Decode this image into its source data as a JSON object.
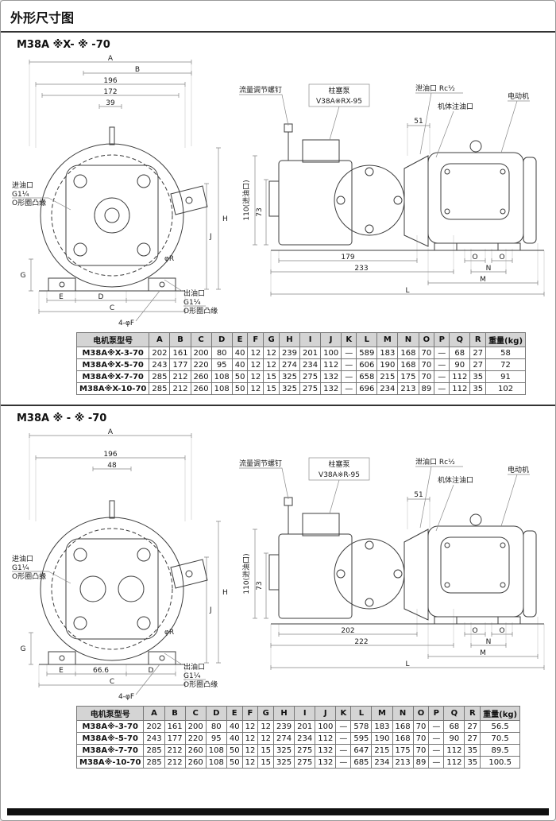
{
  "page": {
    "title": "外形尺寸图"
  },
  "sections": [
    {
      "heading": "M38A ※X- ※ -70",
      "front": {
        "top1": "A",
        "top2": "B",
        "top3": "196",
        "top4": "172",
        "top5": "39",
        "inlet1": "进油口",
        "inlet2": "G1¼",
        "inlet3": "O形圈凸缘",
        "outlet1": "出油口",
        "outlet2": "G1¼",
        "outlet3": "O形圈凸缘",
        "dim_h": "H",
        "dim_j": "J",
        "dim_g": "G",
        "bottom1": "E",
        "bottom2": "D",
        "bottom3": "",
        "dim_c": "C",
        "holes": "4-φF",
        "phi_r": "φR"
      },
      "side": {
        "flow_screw": "流量调节螺钉",
        "pump_title": "柱塞泵",
        "pump_model": "V38A※RX-95",
        "drain": "泄油口  Rc½",
        "fill": "机体注油口",
        "motor": "电动机",
        "dim_51": "51",
        "dim_v1": "110(进油口)",
        "dim_v2": "73",
        "dim_h1": "179",
        "dim_h2": "233",
        "dim_o1": "O",
        "dim_o2": "O",
        "dim_n": "N",
        "dim_m": "M",
        "dim_l": "L"
      },
      "table": {
        "headers": [
          "电机泵型号",
          "A",
          "B",
          "C",
          "D",
          "E",
          "F",
          "G",
          "H",
          "I",
          "J",
          "K",
          "L",
          "M",
          "N",
          "O",
          "P",
          "Q",
          "R",
          "重量(kg)"
        ],
        "rows": [
          [
            "M38A※X-3-70",
            "202",
            "161",
            "200",
            "80",
            "40",
            "12",
            "12",
            "239",
            "201",
            "100",
            "—",
            "589",
            "183",
            "168",
            "70",
            "—",
            "68",
            "27",
            "58"
          ],
          [
            "M38A※X-5-70",
            "243",
            "177",
            "220",
            "95",
            "40",
            "12",
            "12",
            "274",
            "234",
            "112",
            "—",
            "606",
            "190",
            "168",
            "70",
            "—",
            "90",
            "27",
            "72"
          ],
          [
            "M38A※X-7-70",
            "285",
            "212",
            "260",
            "108",
            "50",
            "12",
            "15",
            "325",
            "275",
            "132",
            "—",
            "658",
            "215",
            "175",
            "70",
            "—",
            "112",
            "35",
            "91"
          ],
          [
            "M38A※X-10-70",
            "285",
            "212",
            "260",
            "108",
            "50",
            "12",
            "15",
            "325",
            "275",
            "132",
            "—",
            "696",
            "234",
            "213",
            "89",
            "—",
            "112",
            "35",
            "102"
          ]
        ]
      }
    },
    {
      "heading": "M38A ※ - ※ -70",
      "front": {
        "top1": "A",
        "top2": "",
        "top3": "196",
        "top4": "48",
        "top5": "",
        "inlet1": "进油口",
        "inlet2": "G1¼",
        "inlet3": "O形圈凸缘",
        "outlet1": "出油口",
        "outlet2": "G1¼",
        "outlet3": "O形圈凸缘",
        "dim_h": "H",
        "dim_j": "J",
        "dim_g": "G",
        "bottom1": "E",
        "bottom2": "66.6",
        "bottom3": "D",
        "dim_c": "C",
        "holes": "4-φF",
        "phi_r": "φR"
      },
      "side": {
        "flow_screw": "流量调节螺钉",
        "pump_title": "柱塞泵",
        "pump_model": "V38A※R-95",
        "drain": "泄油口  Rc½",
        "fill": "机体注油口",
        "motor": "电动机",
        "dim_51": "51",
        "dim_v1": "110(进油口)",
        "dim_v2": "73",
        "dim_h1": "202",
        "dim_h2": "222",
        "dim_o1": "O",
        "dim_o2": "O",
        "dim_n": "N",
        "dim_m": "M",
        "dim_l": "L"
      },
      "table": {
        "headers": [
          "电机泵型号",
          "A",
          "B",
          "C",
          "D",
          "E",
          "F",
          "G",
          "H",
          "I",
          "J",
          "K",
          "L",
          "M",
          "N",
          "O",
          "P",
          "Q",
          "R",
          "重量(kg)"
        ],
        "rows": [
          [
            "M38A※-3-70",
            "202",
            "161",
            "200",
            "80",
            "40",
            "12",
            "12",
            "239",
            "201",
            "100",
            "—",
            "578",
            "183",
            "168",
            "70",
            "—",
            "68",
            "27",
            "56.5"
          ],
          [
            "M38A※-5-70",
            "243",
            "177",
            "220",
            "95",
            "40",
            "12",
            "12",
            "274",
            "234",
            "112",
            "—",
            "595",
            "190",
            "168",
            "70",
            "—",
            "90",
            "27",
            "70.5"
          ],
          [
            "M38A※-7-70",
            "285",
            "212",
            "260",
            "108",
            "50",
            "12",
            "15",
            "325",
            "275",
            "132",
            "—",
            "647",
            "215",
            "175",
            "70",
            "—",
            "112",
            "35",
            "89.5"
          ],
          [
            "M38A※-10-70",
            "285",
            "212",
            "260",
            "108",
            "50",
            "12",
            "15",
            "325",
            "275",
            "132",
            "—",
            "685",
            "234",
            "213",
            "89",
            "—",
            "112",
            "35",
            "100.5"
          ]
        ]
      }
    }
  ]
}
